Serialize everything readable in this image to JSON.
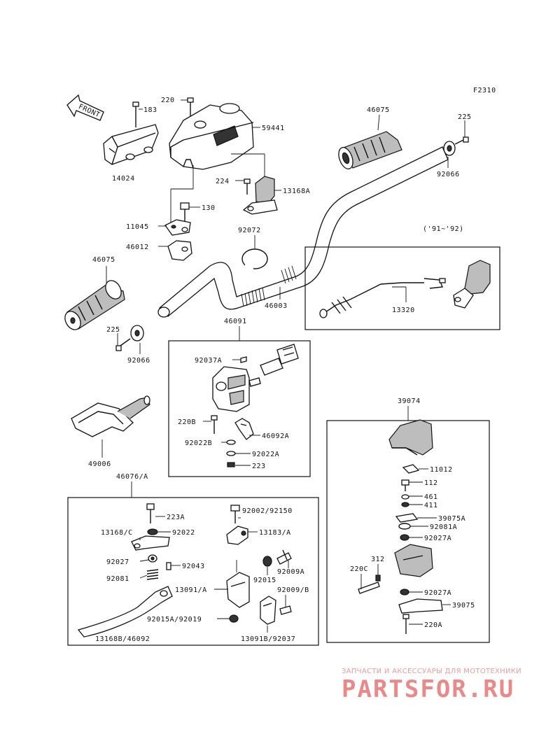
{
  "figure_code": "F2310",
  "front_label": "FRONT",
  "period_label": "('91~'92)",
  "parts": {
    "p183": "183",
    "p220": "220",
    "p59441": "59441",
    "p14024": "14024",
    "p224": "224",
    "p13168a": "13168A",
    "p130": "130",
    "p11045": "11045",
    "p46012": "46012",
    "p46075_top": "46075",
    "p225_top": "225",
    "p92066_top": "92066",
    "p92072": "92072",
    "p46003": "46003",
    "p13320": "13320",
    "p46075_left": "46075",
    "p225_left": "225",
    "p92066_left": "92066",
    "p46091": "46091",
    "p92037a": "92037A",
    "p220b": "220B",
    "p46092a": "46092A",
    "p92022b": "92022B",
    "p92022a": "92022A",
    "p223": "223",
    "p49006": "49006",
    "p46076a": "46076/A",
    "p223a": "223A",
    "p92002": "92002/92150",
    "p13168c": "13168/C",
    "p92022": "92022",
    "p13183a": "13183/A",
    "p92027": "92027",
    "p92043": "92043",
    "p92009a": "92009A",
    "p92081": "92081",
    "p92015": "92015",
    "p13091a": "13091/A",
    "p92009b": "92009/B",
    "p92015a": "92015A/92019",
    "p13168b": "13168B/46092",
    "p13091b": "13091B/92037",
    "p39074": "39074",
    "p11012": "11012",
    "p112": "112",
    "p461": "461",
    "p411": "411",
    "p39075a": "39075A",
    "p92081a": "92081A",
    "p92027a_top": "92027A",
    "p312": "312",
    "p220c": "220C",
    "p92027a_bot": "92027A",
    "p39075": "39075",
    "p220a": "220A"
  },
  "watermark": {
    "tagline": "ЗАПЧАСТИ И АКСЕССУАРЫ ДЛЯ МОТОТЕХНИКИ",
    "brand": "PARTSFOR.RU"
  },
  "colors": {
    "ink": "#111111",
    "watermark": "#e88a8a"
  }
}
